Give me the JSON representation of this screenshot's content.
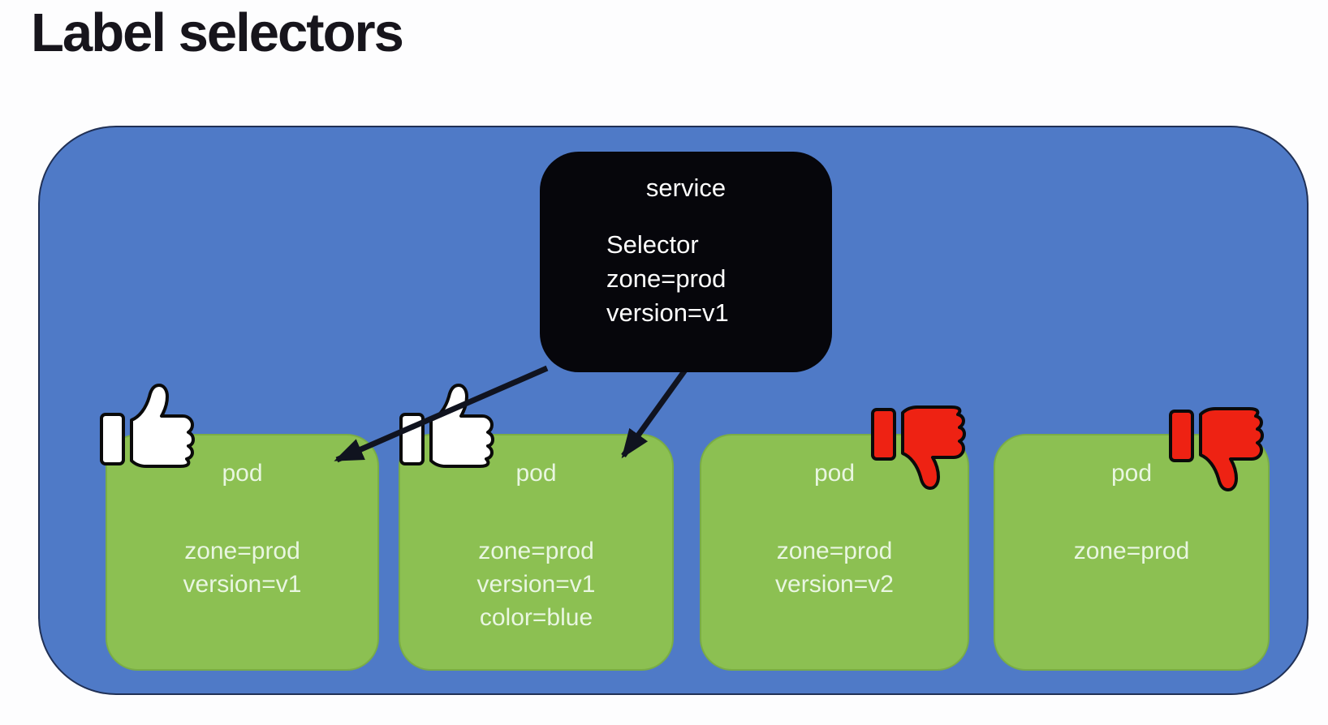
{
  "title": "Label selectors",
  "colors": {
    "cluster_blue": "#4f7ac7",
    "pod_green": "#8cc052",
    "pod_text": "#e9f6e1",
    "service_bg": "#06060b",
    "service_text": "#ffffff",
    "arrow": "#10131f",
    "thumb_up_fill": "#ffffff",
    "thumb_down_fill": "#ee2213",
    "thumb_outline": "#0a0a0a"
  },
  "service": {
    "name": "service",
    "selector_heading": "Selector",
    "selector_rules": [
      "zone=prod",
      "version=v1"
    ]
  },
  "pods": [
    {
      "name": "pod",
      "labels": [
        "zone=prod",
        "version=v1"
      ],
      "match": true,
      "icon": "thumbs-up-icon"
    },
    {
      "name": "pod",
      "labels": [
        "zone=prod",
        "version=v1",
        "color=blue"
      ],
      "match": true,
      "icon": "thumbs-up-icon"
    },
    {
      "name": "pod",
      "labels": [
        "zone=prod",
        "version=v2"
      ],
      "match": false,
      "icon": "thumbs-down-icon"
    },
    {
      "name": "pod",
      "labels": [
        "zone=prod"
      ],
      "match": false,
      "icon": "thumbs-down-icon"
    }
  ]
}
